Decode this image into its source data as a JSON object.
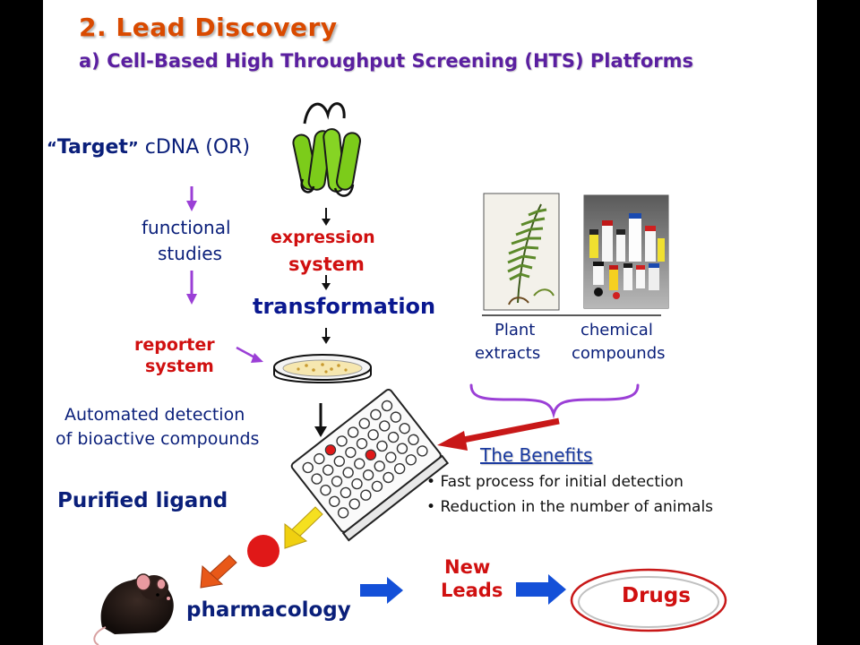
{
  "slide": {
    "title": "2. Lead Discovery",
    "subtitle": "a) Cell-Based High Throughput Screening (HTS) Platforms"
  },
  "flow": {
    "target_quote_open": "“",
    "target_word": "Target",
    "target_quote_close": "”",
    "target_rest": " cDNA (OR)",
    "functional_line1": "functional",
    "functional_line2": "studies",
    "expression_line1": "expression",
    "expression_line2": "system",
    "transformation": "transformation",
    "reporter_line1": "reporter",
    "reporter_line2": "system",
    "automated_line1": "Automated detection",
    "automated_line2": "of bioactive compounds",
    "purified_ligand": "Purified ligand",
    "pharmacology": "pharmacology",
    "new_leads_line1": "New",
    "new_leads_line2": "Leads",
    "drugs": "Drugs"
  },
  "sources": {
    "plant_line1": "Plant",
    "plant_line2": "extracts",
    "chemical_line1": "chemical",
    "chemical_line2": "compounds"
  },
  "benefits": {
    "heading": "The Benefits",
    "items": [
      "Fast process for initial detection",
      "Reduction in the number of animals"
    ]
  },
  "colors": {
    "title": "#d94a00",
    "subtitle": "#5a1fa0",
    "navy_text": "#0a1f7a",
    "red_text": "#d01010",
    "purple_arrows": "#9b3fd6",
    "blue_arrows": "#1450d8",
    "receptor_green": "#7ccc1a",
    "ligand_red": "#e01818",
    "ligand_arrow": "#f0d010",
    "drugs_ellipse": "#c81818"
  }
}
